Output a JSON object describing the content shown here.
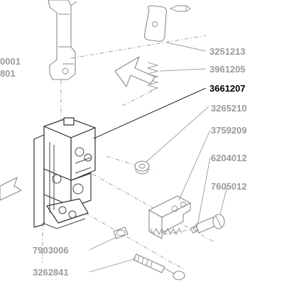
{
  "diagram": {
    "type": "exploded-parts-diagram",
    "colors": {
      "label": "#9a9a9a",
      "highlight": "#000000",
      "line": "#333333",
      "background": "#ffffff"
    },
    "labels": [
      {
        "id": "p3251213",
        "text": "3251213",
        "highlight": false
      },
      {
        "id": "p3961205",
        "text": "3961205",
        "highlight": false
      },
      {
        "id": "p3661207",
        "text": "3661207",
        "highlight": true
      },
      {
        "id": "p3265210",
        "text": "3265210",
        "highlight": false
      },
      {
        "id": "p3759209",
        "text": "3759209",
        "highlight": false
      },
      {
        "id": "p6204012",
        "text": "6204012",
        "highlight": false
      },
      {
        "id": "p7605012",
        "text": "7605012",
        "highlight": false
      },
      {
        "id": "p7903006",
        "text": "7903006",
        "highlight": false
      },
      {
        "id": "p3262841",
        "text": "3262841",
        "highlight": false
      },
      {
        "id": "pcut1",
        "text": "0001",
        "highlight": false
      },
      {
        "id": "pcut2",
        "text": "801",
        "highlight": false
      }
    ]
  }
}
